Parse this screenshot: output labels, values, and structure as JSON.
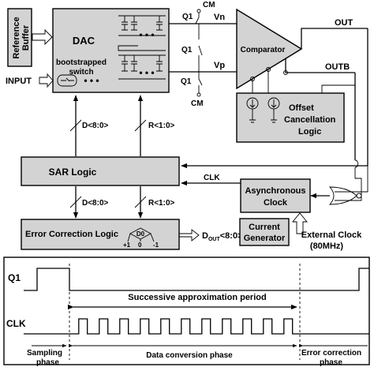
{
  "blocks": {
    "reference_buffer": [
      "Reference",
      "Buffer"
    ],
    "dac": "DAC",
    "bootstrapped_switch": [
      "bootstrapped",
      "switch"
    ],
    "comparator": "Comparator",
    "offset_cancellation": [
      "Offset",
      "Cancellation",
      "Logic"
    ],
    "sar_logic": "SAR Logic",
    "async_clock": [
      "Asynchronous",
      "Clock"
    ],
    "error_correction": "Error Correction Logic",
    "current_generator": [
      "Current",
      "Generator"
    ]
  },
  "signals": {
    "input": "INPUT",
    "cm_top": "CM",
    "cm_bottom": "CM",
    "q1_top": "Q1",
    "q1_mid": "Q1",
    "q1_bottom": "Q1",
    "vn": "Vn",
    "vp": "Vp",
    "out": "OUT",
    "outb": "OUTB",
    "clk": "CLK",
    "d_bus_upper": "D<8:0>",
    "r_bus_upper": "R<1:0>",
    "d_bus_lower": "D<8:0>",
    "r_bus_lower": "R<1:0>",
    "d0": "D0",
    "plus1": "+1",
    "zero": "0",
    "minus1": "-1",
    "dout_main": "D",
    "dout_sub": "OUT",
    "dout_bits": "<8:0>",
    "external_clock": "External Clock",
    "external_clock_freq": "(80MHz)"
  },
  "timing": {
    "q1_label": "Q1",
    "clk_label": "CLK",
    "sa_period": "Successive approximation period",
    "sampling_phase": [
      "Sampling",
      "phase"
    ],
    "data_conversion_phase": "Data conversion phase",
    "error_correction_phase": [
      "Error correction",
      "phase"
    ],
    "clk_pulse_count": 11
  }
}
